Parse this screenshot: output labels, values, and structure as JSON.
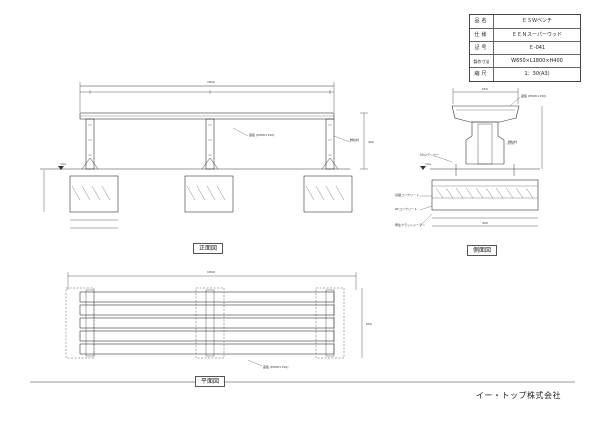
{
  "title_block": {
    "rows": [
      {
        "key": "品名",
        "value": "ＥＳＷベンチ"
      },
      {
        "key": "仕様",
        "value": "ＥＥＮスーパーウッド"
      },
      {
        "key": "記号",
        "value": "Ｅ-041"
      },
      {
        "key": "製作寸法",
        "value": "W650×L1800×H400"
      },
      {
        "key": "縮尺",
        "value": "1：30(A3)"
      }
    ]
  },
  "views": {
    "front": "正面図",
    "side": "側面図",
    "plan": "平面図"
  },
  "company": "イー・トップ株式会社",
  "dims": {
    "front_total": "1800",
    "front_height": "400",
    "plan_total": "1800",
    "plan_width": "650",
    "side_width": "650",
    "side_base": "450",
    "gl": "▽GL"
  },
  "notes": {
    "seat_front": "座板 (EWW×150)",
    "seat_side": "座板 (EWW×150)",
    "plan_seat": "座板 (EWW×150)",
    "leg_front": "脚柱材",
    "leg_side": "脚柱材",
    "anchor": "Ｍ12アンカー",
    "foundation1": "基礎コンクリート",
    "foundation2": "RCコンクリート",
    "foundation3": "再生クラッシャーラン"
  }
}
